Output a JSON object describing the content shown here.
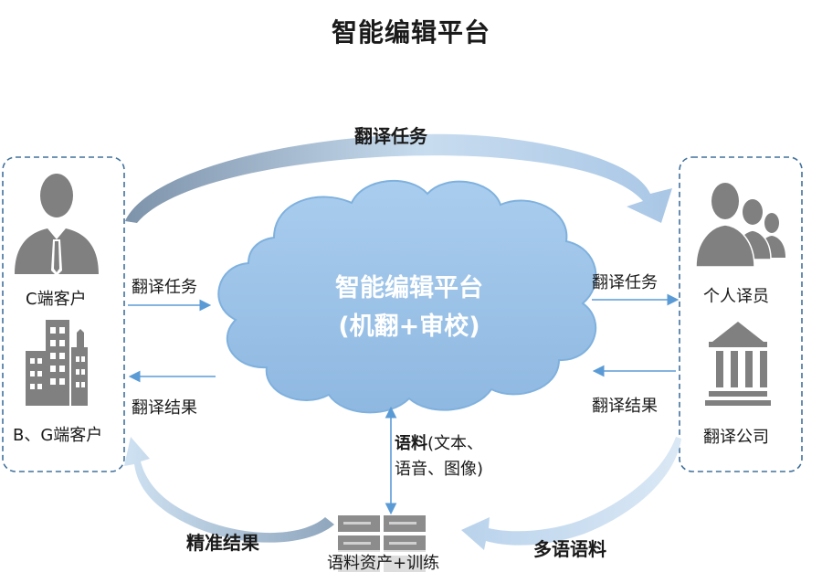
{
  "title": "智能编辑平台",
  "top_arc_label": "翻译任务",
  "cloud": {
    "line1": "智能编辑平台",
    "line2": "(机翻+审校)"
  },
  "left_group": {
    "c_client": "C端客户",
    "bg_client": "B、G端客户"
  },
  "right_group": {
    "individual": "个人译员",
    "company": "翻译公司"
  },
  "left_arrows": {
    "task": "翻译任务",
    "result": "翻译结果"
  },
  "right_arrows": {
    "task": "翻译任务",
    "result": "翻译结果"
  },
  "corpus": {
    "bold": "语料",
    "line1_rest": "(文本、",
    "line2": "语音、图像)"
  },
  "server_label": "语料资产+训练",
  "bottom_left_label": "精准结果",
  "bottom_right_label": "多语语料",
  "colors": {
    "cloud_fill": "#9dc3e6",
    "cloud_edge": "#7fb1de",
    "arc_gradient_dark": "#8a9fb4",
    "arc_gradient_light": "#cfe2f3",
    "dashed_border": "#41719c",
    "arrow_blue": "#5b9bd5",
    "icon_gray": "#808080"
  },
  "icons": [
    "person-silhouette-icon",
    "buildings-icon",
    "group-silhouette-icon",
    "institution-icon",
    "server-stack-icon"
  ]
}
